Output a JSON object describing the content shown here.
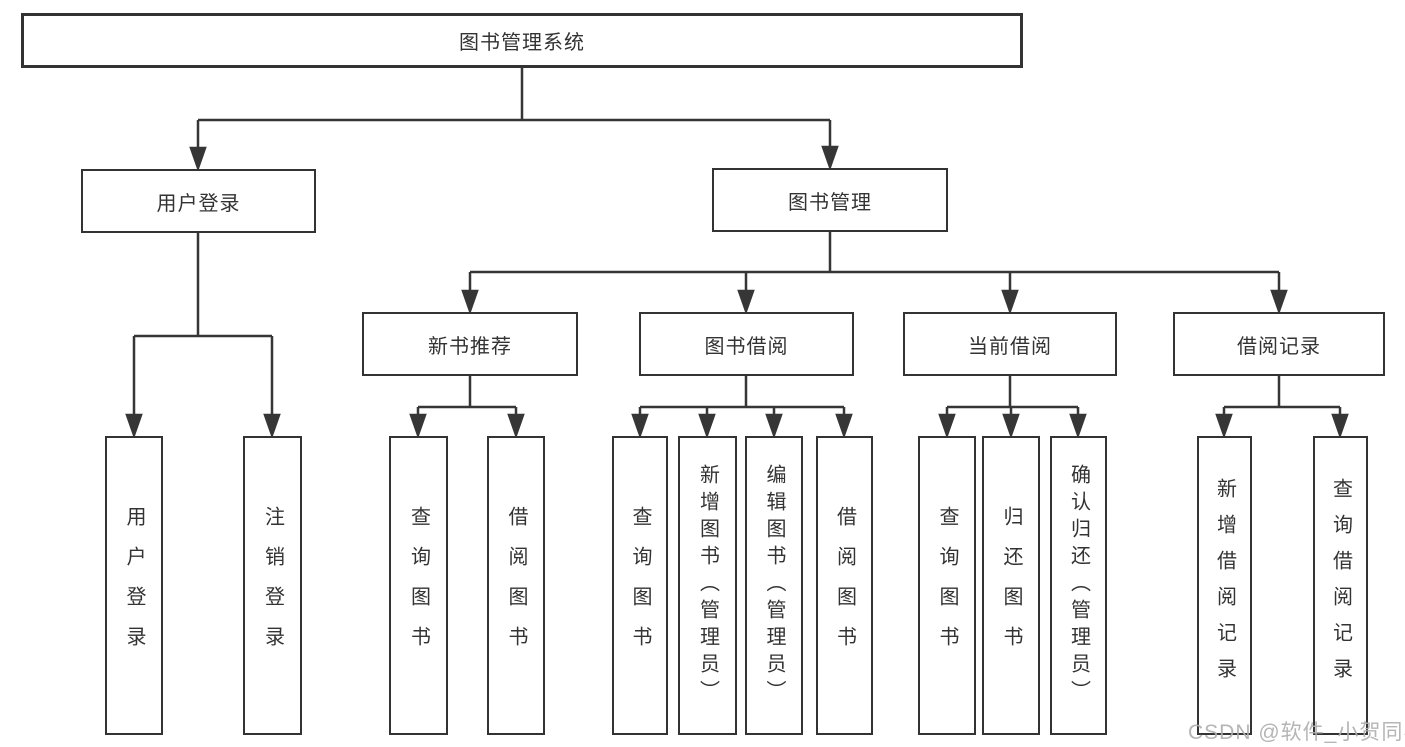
{
  "diagram": {
    "title": "图书管理系统",
    "level2": {
      "user_login": "用户登录",
      "book_mgmt": "图书管理"
    },
    "level3": {
      "new_book_rec": "新书推荐",
      "book_borrow": "图书借阅",
      "current_borrow": "当前借阅",
      "borrow_records": "借阅记录"
    },
    "leaves": {
      "user_login": "用户登录",
      "logout": "注销登录",
      "rec_query_books": "查询图书",
      "rec_borrow_books": "借阅图书",
      "bb_query_books": "查询图书",
      "bb_add_books": "新增图书（管理员）",
      "bb_edit_books": "编辑图书（管理员）",
      "bb_borrow_books": "借阅图书",
      "cb_query_books": "查询图书",
      "cb_return_books": "归还图书",
      "cb_confirm_return": "确认归还（管理员）",
      "br_add_record": "新增借阅记录",
      "br_query_record": "查询借阅记录"
    },
    "colors": {
      "line": "#363636",
      "text": "#333333",
      "box_background": "#ffffff",
      "watermark": "#afafaf"
    }
  },
  "watermark": "CSDN @软件_小贺同学"
}
